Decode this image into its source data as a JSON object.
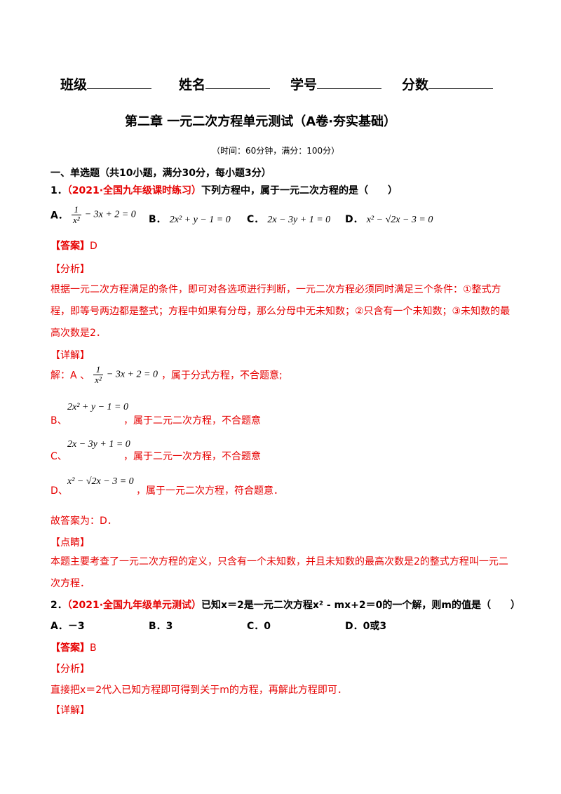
{
  "header": {
    "class_label": "班级",
    "name_label": "姓名",
    "id_label": "学号",
    "score_label": "分数"
  },
  "title": "第二章 一元二次方程单元测试（A卷·夯实基础）",
  "subtitle": "（时间：60分钟，满分：100分）",
  "section1": "一、单选题（共10小题，满分30分，每小题3分）",
  "q1": {
    "number": "1．",
    "source": "（2021·全国九年级课时练习）",
    "stem": "下列方程中，属于一元二次方程的是（　　）",
    "opt_a_label": "A．",
    "opt_a_num": "1",
    "opt_a_den": "x²",
    "opt_a_rest": "− 3x + 2 = 0",
    "opt_b_label": "B．",
    "opt_b_expr": "2x² + y − 1 = 0",
    "opt_c_label": "C．",
    "opt_c_expr": "2x − 3y + 1 = 0",
    "opt_d_label": "D．",
    "opt_d_expr": "x² − √2x − 3 = 0",
    "answer_label": "【答案】",
    "answer": "D",
    "analysis_label": "【分析】",
    "analysis": "根据一元二次方程满足的条件，即可对各选项进行判断，一元二次方程必须同时满足三个条件：①整式方程，即等号两边都是整式；方程中如果有分母，那么分母中无未知数；②只含有一个未知数；③未知数的最高次数是2．",
    "detail_label": "【详解】",
    "sol_a_prefix": "解：A 、",
    "sol_a_num": "1",
    "sol_a_den": "x²",
    "sol_a_rest": "− 3x + 2 = 0",
    "sol_a_note": "，属于分式方程，不合题意;",
    "sol_b_prefix": "B、",
    "sol_b_expr": "2x² + y − 1 = 0",
    "sol_b_note": "，属于二元二次方程，不合题意",
    "sol_c_prefix": "C、",
    "sol_c_expr": "2x − 3y + 1 = 0",
    "sol_c_note": "，属于二元一次方程，不合题意",
    "sol_d_prefix": "D、",
    "sol_d_expr": "x² − √2x − 3 = 0",
    "sol_d_note": "，属于一元二次方程，符合题意．",
    "conclusion": "故答案为：D．",
    "comment_label": "【点睛】",
    "comment": "本题主要考查了一元二次方程的定义，只含有一个未知数，并且未知数的最高次数是2的整式方程叫一元二次方程．"
  },
  "q2": {
    "number": "2．",
    "source": "（2021·全国九年级单元测试）",
    "stem": "已知x＝2是一元二次方程x² - mx+2＝0的一个解，则m的值是（　　）",
    "opt_a": "A．－3",
    "opt_b": "B．3",
    "opt_c": "C．0",
    "opt_d": "D．0或3",
    "answer_label": "【答案】",
    "answer": "B",
    "analysis_label": "【分析】",
    "analysis": "直接把x＝2代入已知方程即可得到关于m的方程，再解此方程即可．",
    "detail_label": "【详解】"
  }
}
